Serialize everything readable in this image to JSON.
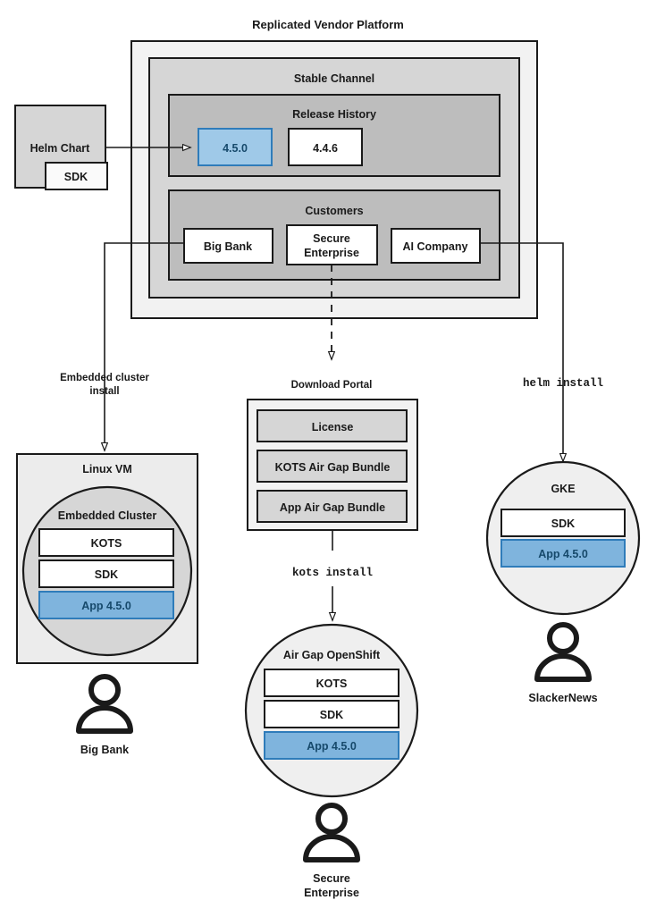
{
  "diagram": {
    "title": "Replicated Vendor Platform",
    "platform": {
      "stable_channel_label": "Stable Channel",
      "release_history": {
        "label": "Release History",
        "releases": [
          {
            "version": "4.5.0",
            "highlighted": true
          },
          {
            "version": "4.4.6",
            "highlighted": false
          }
        ]
      },
      "customers": {
        "label": "Customers",
        "items": [
          {
            "name": "Big Bank"
          },
          {
            "name": "Secure\nEnterprise",
            "line1": "Secure",
            "line2": "Enterprise"
          },
          {
            "name": "AI Company"
          }
        ]
      }
    },
    "helm_chart": {
      "label": "Helm Chart",
      "sdk_label": "SDK"
    },
    "connector_labels": {
      "embedded_cluster_install_line1": "Embedded cluster",
      "embedded_cluster_install_line2": "install",
      "download_portal": "Download Portal",
      "helm_install": "helm install",
      "kots_install": "kots install"
    },
    "download_portal": {
      "title": "Download Portal",
      "artifacts": [
        {
          "label": "License"
        },
        {
          "label": "KOTS Air Gap Bundle"
        },
        {
          "label": "App Air Gap Bundle"
        }
      ]
    },
    "linux_vm": {
      "title": "Linux VM",
      "cluster_label": "Embedded Cluster",
      "components": [
        {
          "label": "KOTS",
          "highlighted": false
        },
        {
          "label": "SDK",
          "highlighted": false
        },
        {
          "label": "App 4.5.0",
          "highlighted": true
        }
      ],
      "actor": "Big Bank"
    },
    "airgap_openshift": {
      "title": "Air Gap OpenShift",
      "components": [
        {
          "label": "KOTS",
          "highlighted": false
        },
        {
          "label": "SDK",
          "highlighted": false
        },
        {
          "label": "App 4.5.0",
          "highlighted": true
        }
      ],
      "actor_line1": "Secure",
      "actor_line2": "Enterprise"
    },
    "gke": {
      "title": "GKE",
      "components": [
        {
          "label": "SDK",
          "highlighted": false
        },
        {
          "label": "App 4.5.0",
          "highlighted": true
        }
      ],
      "actor": "SlackerNews"
    },
    "colors": {
      "outer_platform_fill": "#f2f2f2",
      "channel_fill": "#d6d6d6",
      "section_fill": "#bdbdbd",
      "box_fill_white": "#ffffff",
      "box_fill_gray": "#d6d6d6",
      "highlight_fill": "#9fc9e8",
      "highlight_stroke": "#2f7cba",
      "highlight_text": "#16496b",
      "stroke": "#1a1a1a",
      "vm_fill": "#ececec",
      "circle_fill": "#efefef",
      "cluster_fill": "#d6d6d6"
    }
  }
}
